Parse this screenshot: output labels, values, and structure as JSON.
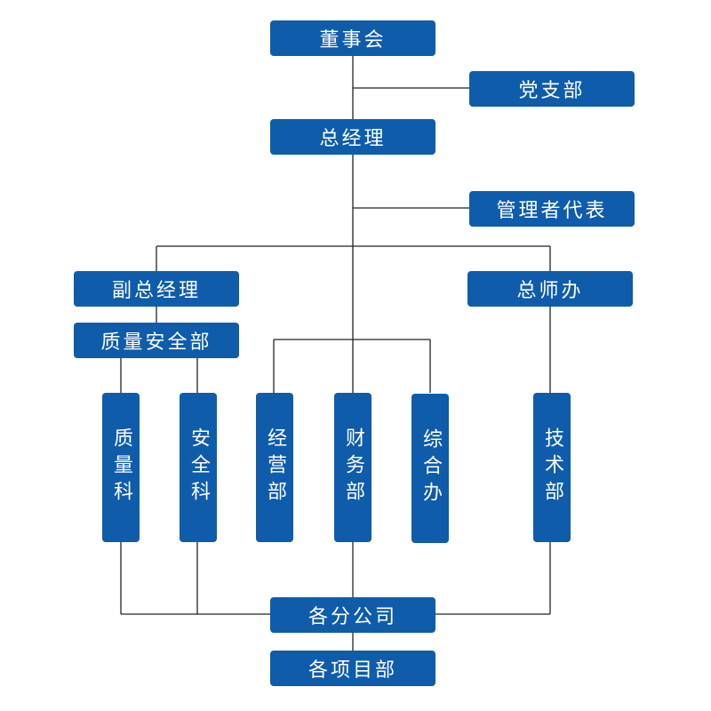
{
  "colors": {
    "box_fill": "#0f5cab",
    "text": "#ffffff",
    "connector": "#222222"
  },
  "nodes": {
    "board": "董事会",
    "party_branch": "党支部",
    "general_manager": "总经理",
    "management_rep": "管理者代表",
    "deputy_gm": "副总经理",
    "chief_engineer_office": "总师办",
    "quality_safety_dept": "质量安全部",
    "quality_section": "质量科",
    "safety_section": "安全科",
    "operations_dept": "经营部",
    "finance_dept": "财务部",
    "general_office": "综合办",
    "technical_dept": "技术部",
    "branch_companies": "各分公司",
    "project_depts": "各项目部"
  }
}
